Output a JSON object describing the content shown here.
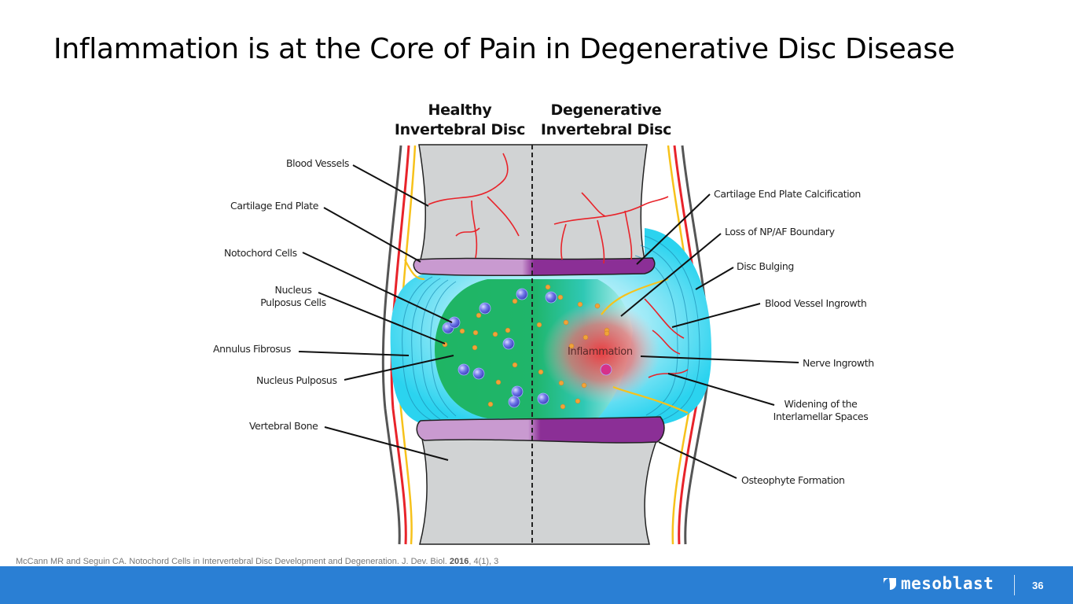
{
  "slide": {
    "title": "Inflammation is at the Core of Pain in Degenerative Disc Disease",
    "page_number": "36"
  },
  "diagram": {
    "headers": {
      "healthy_line1": "Healthy",
      "healthy_line2": "Invertebral Disc",
      "degenerative_line1": "Degenerative",
      "degenerative_line2": "Invertebral Disc"
    },
    "center_label": "Inflammation",
    "left_labels": [
      {
        "text": "Blood Vessels"
      },
      {
        "text": "Cartilage End Plate"
      },
      {
        "text": "Notochord Cells"
      },
      {
        "text": "Nucleus",
        "text2": "Pulposus Cells"
      },
      {
        "text": "Annulus Fibrosus"
      },
      {
        "text": "Nucleus Pulposus"
      },
      {
        "text": "Vertebral Bone"
      }
    ],
    "right_labels": [
      {
        "text": "Cartilage End Plate Calcification"
      },
      {
        "text": "Loss of NP/AF Boundary"
      },
      {
        "text": "Disc Bulging"
      },
      {
        "text": "Blood Vessel Ingrowth"
      },
      {
        "text": "Nerve Ingrowth"
      },
      {
        "text": "Widening of the",
        "text2": "Interlamellar  Spaces"
      },
      {
        "text": "Osteophyte Formation"
      }
    ],
    "colors": {
      "bone": "#d1d3d4",
      "annulus": "#2bd3ef",
      "nucleus": "#1fb564",
      "endplate_healthy": "#c99ad0",
      "endplate_degenerative": "#8b2f96",
      "vessel": "#e8232a",
      "nerve": "#f7c21b",
      "inflammation": "#f0353a"
    }
  },
  "citation": {
    "prefix": "McCann MR and Seguin CA. Notochord Cells in Intervertebral Disc Development and Degeneration. J. Dev. Biol. ",
    "year": "2016",
    "suffix": ", 4(1), 3"
  },
  "footer": {
    "brand": "mesoblast",
    "color": "#2a7fd4"
  }
}
